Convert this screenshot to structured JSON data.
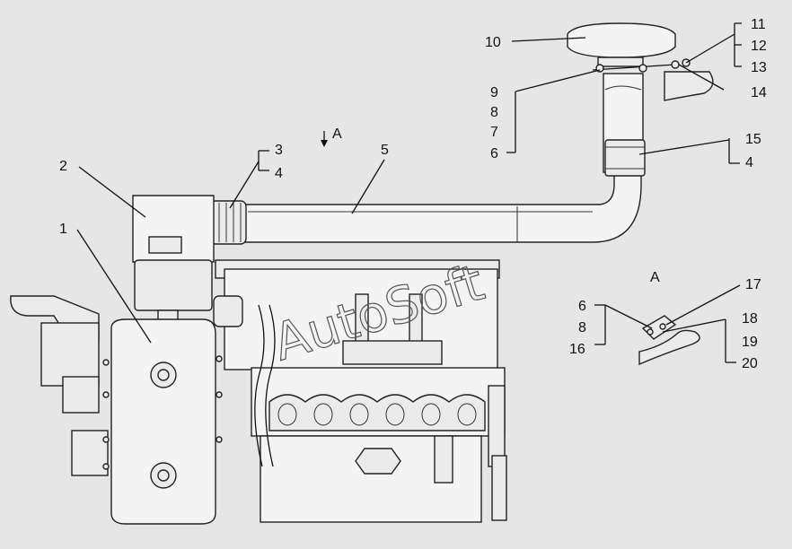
{
  "view_label": "A",
  "watermark": "AutoSoft",
  "callouts": [
    "1",
    "2",
    "3",
    "4",
    "5",
    "6",
    "7",
    "8",
    "9",
    "10",
    "11",
    "12",
    "13",
    "14",
    "15",
    "4",
    "6",
    "8",
    "16",
    "17",
    "18",
    "19",
    "20"
  ],
  "detail_label": "A"
}
